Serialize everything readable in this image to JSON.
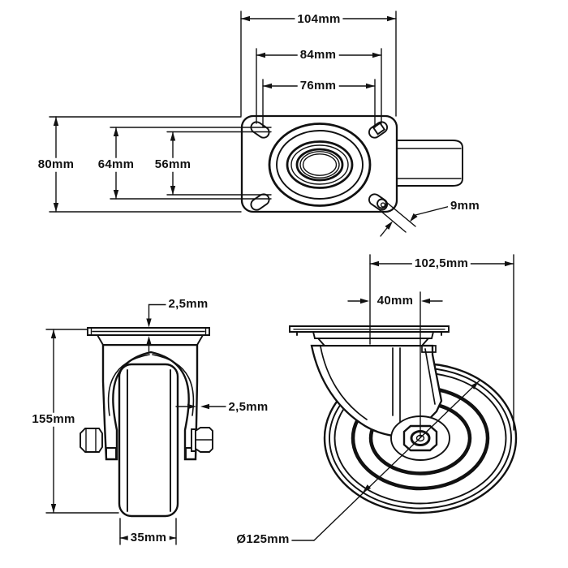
{
  "drawing": {
    "background": "#ffffff",
    "line_color": "#111111",
    "views": {
      "top_view": {
        "dims": {
          "plate_width": "104mm",
          "bolt_spacing_wide": "84mm",
          "bolt_spacing_narrow": "76mm",
          "plate_depth": "80mm",
          "bolt_depth_wide": "64mm",
          "bolt_depth_narrow": "56mm",
          "slot_width": "9mm"
        }
      },
      "side_view": {
        "dims": {
          "plate_thickness": "2,5mm",
          "fork_thickness": "2,5mm",
          "total_height": "155mm",
          "wheel_width": "35mm"
        }
      },
      "front_view": {
        "dims": {
          "total_length": "102,5mm",
          "swivel_offset": "40mm",
          "wheel_diameter": "Ø125mm"
        }
      }
    }
  }
}
